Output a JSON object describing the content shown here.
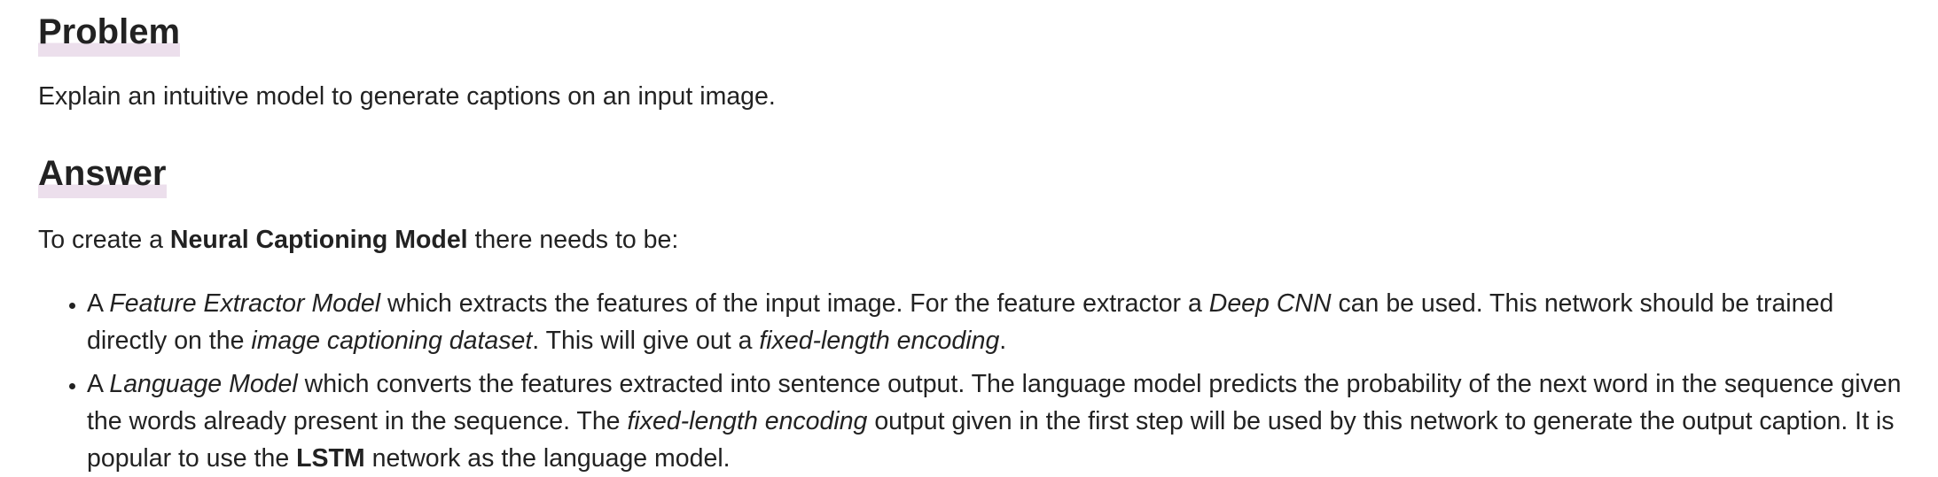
{
  "problem": {
    "heading": "Problem",
    "text": "Explain an intuitive model to generate captions on an input image."
  },
  "answer": {
    "heading": "Answer",
    "intro": {
      "before": "To create a ",
      "bold": "Neural Captioning Model",
      "after": " there needs to be:"
    },
    "bullets": [
      {
        "t1": "A ",
        "i1": "Feature Extractor Model",
        "t2": " which extracts the features of the input image. For the feature extractor a ",
        "i2": "Deep CNN",
        "t3": " can be used. This network should be trained directly on the ",
        "i3": "image captioning dataset",
        "t4": ". This will give out a ",
        "i4": "fixed-length encoding",
        "t5": "."
      },
      {
        "t1": "A ",
        "i1": "Language Model",
        "t2": " which converts the features extracted into sentence output. The language model predicts the probability of the next word in the sequence given the words already present in the sequence. The ",
        "i2": "fixed-length encoding",
        "t3": " output given in the first step will be used by this network to generate the output caption. It is popular to use the ",
        "b1": "LSTM",
        "t4": " network as the language model."
      }
    ]
  }
}
